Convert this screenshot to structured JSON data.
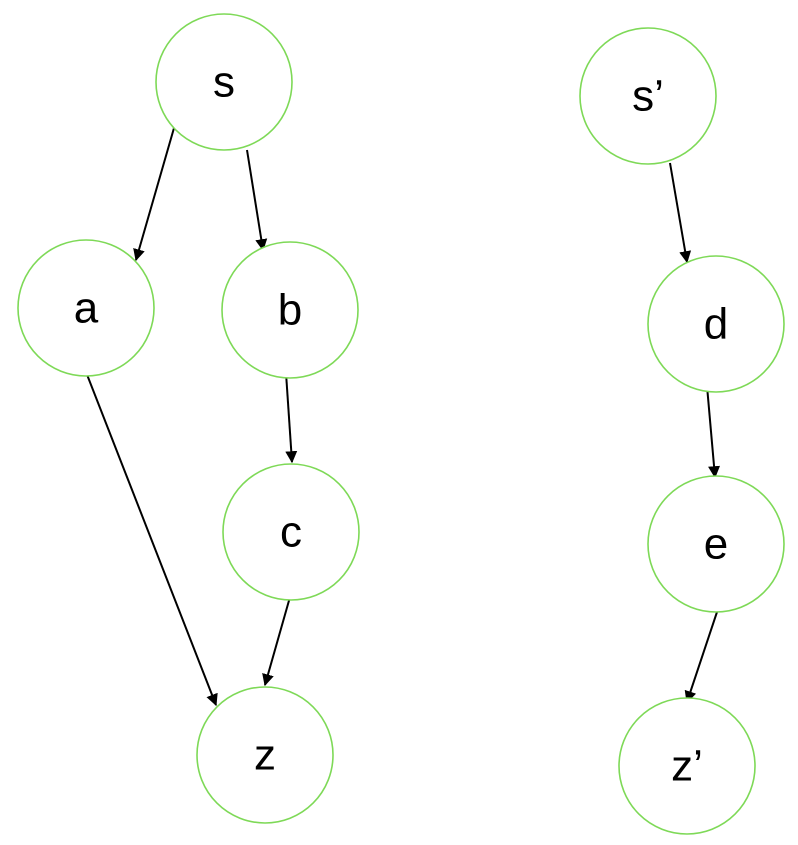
{
  "diagram": {
    "node_stroke_color": "#7ed957",
    "edge_color": "#000000",
    "nodes": {
      "s": {
        "label": "s"
      },
      "a": {
        "label": "a"
      },
      "b": {
        "label": "b"
      },
      "c": {
        "label": "c"
      },
      "z": {
        "label": "z"
      },
      "s2": {
        "label": "s’"
      },
      "d": {
        "label": "d"
      },
      "e": {
        "label": "e"
      },
      "z2": {
        "label": "z’"
      }
    },
    "edges": [
      {
        "from": "s",
        "to": "a"
      },
      {
        "from": "s",
        "to": "b"
      },
      {
        "from": "b",
        "to": "c"
      },
      {
        "from": "a",
        "to": "z"
      },
      {
        "from": "c",
        "to": "z"
      },
      {
        "from": "s2",
        "to": "d"
      },
      {
        "from": "d",
        "to": "e"
      },
      {
        "from": "e",
        "to": "z2"
      }
    ]
  }
}
